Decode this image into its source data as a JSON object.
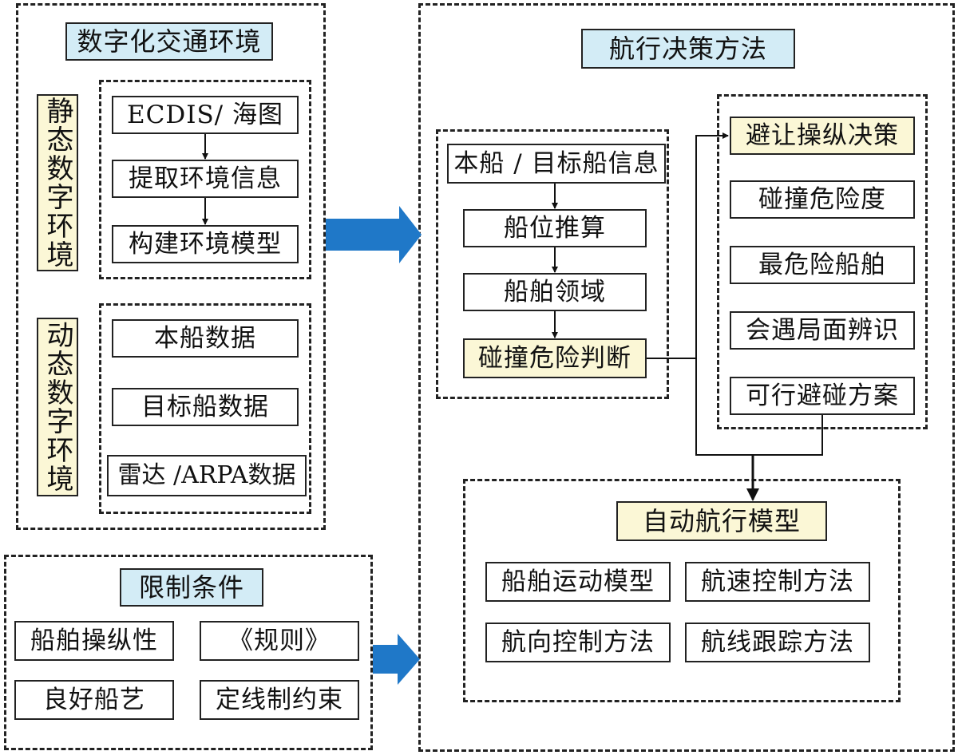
{
  "digital_env": {
    "title": "数字化交通环境",
    "static_label": "静态数字环境",
    "static_items": [
      "ECDIS/ 海图",
      "提取环境信息",
      "构建环境模型"
    ],
    "dynamic_label": "动态数字环境",
    "dynamic_items": [
      "本船数据",
      "目标船数据",
      "雷达 /ARPA数据"
    ]
  },
  "constraints": {
    "title": "限制条件",
    "items": [
      "船舶操纵性",
      "《规则》",
      "良好船艺",
      "定线制约束"
    ]
  },
  "decision": {
    "title": "航行决策方法",
    "chain": [
      "本船 / 目标船信息",
      "船位推算",
      "船舶领域",
      "碰撞危险判断"
    ],
    "avoid_title": "避让操纵决策",
    "avoid_items": [
      "碰撞危险度",
      "最危险船舶",
      "会遇局面辨识",
      "可行避碰方案"
    ],
    "auto_title": "自动航行模型",
    "auto_items": [
      "船舶运动模型",
      "航速控制方法",
      "航向控制方法",
      "航线跟踪方法"
    ]
  },
  "colors": {
    "title_blue": "#d3ecf6",
    "highlight_yellow": "#fbf7d6",
    "arrow_blue": "#1f78c8"
  }
}
